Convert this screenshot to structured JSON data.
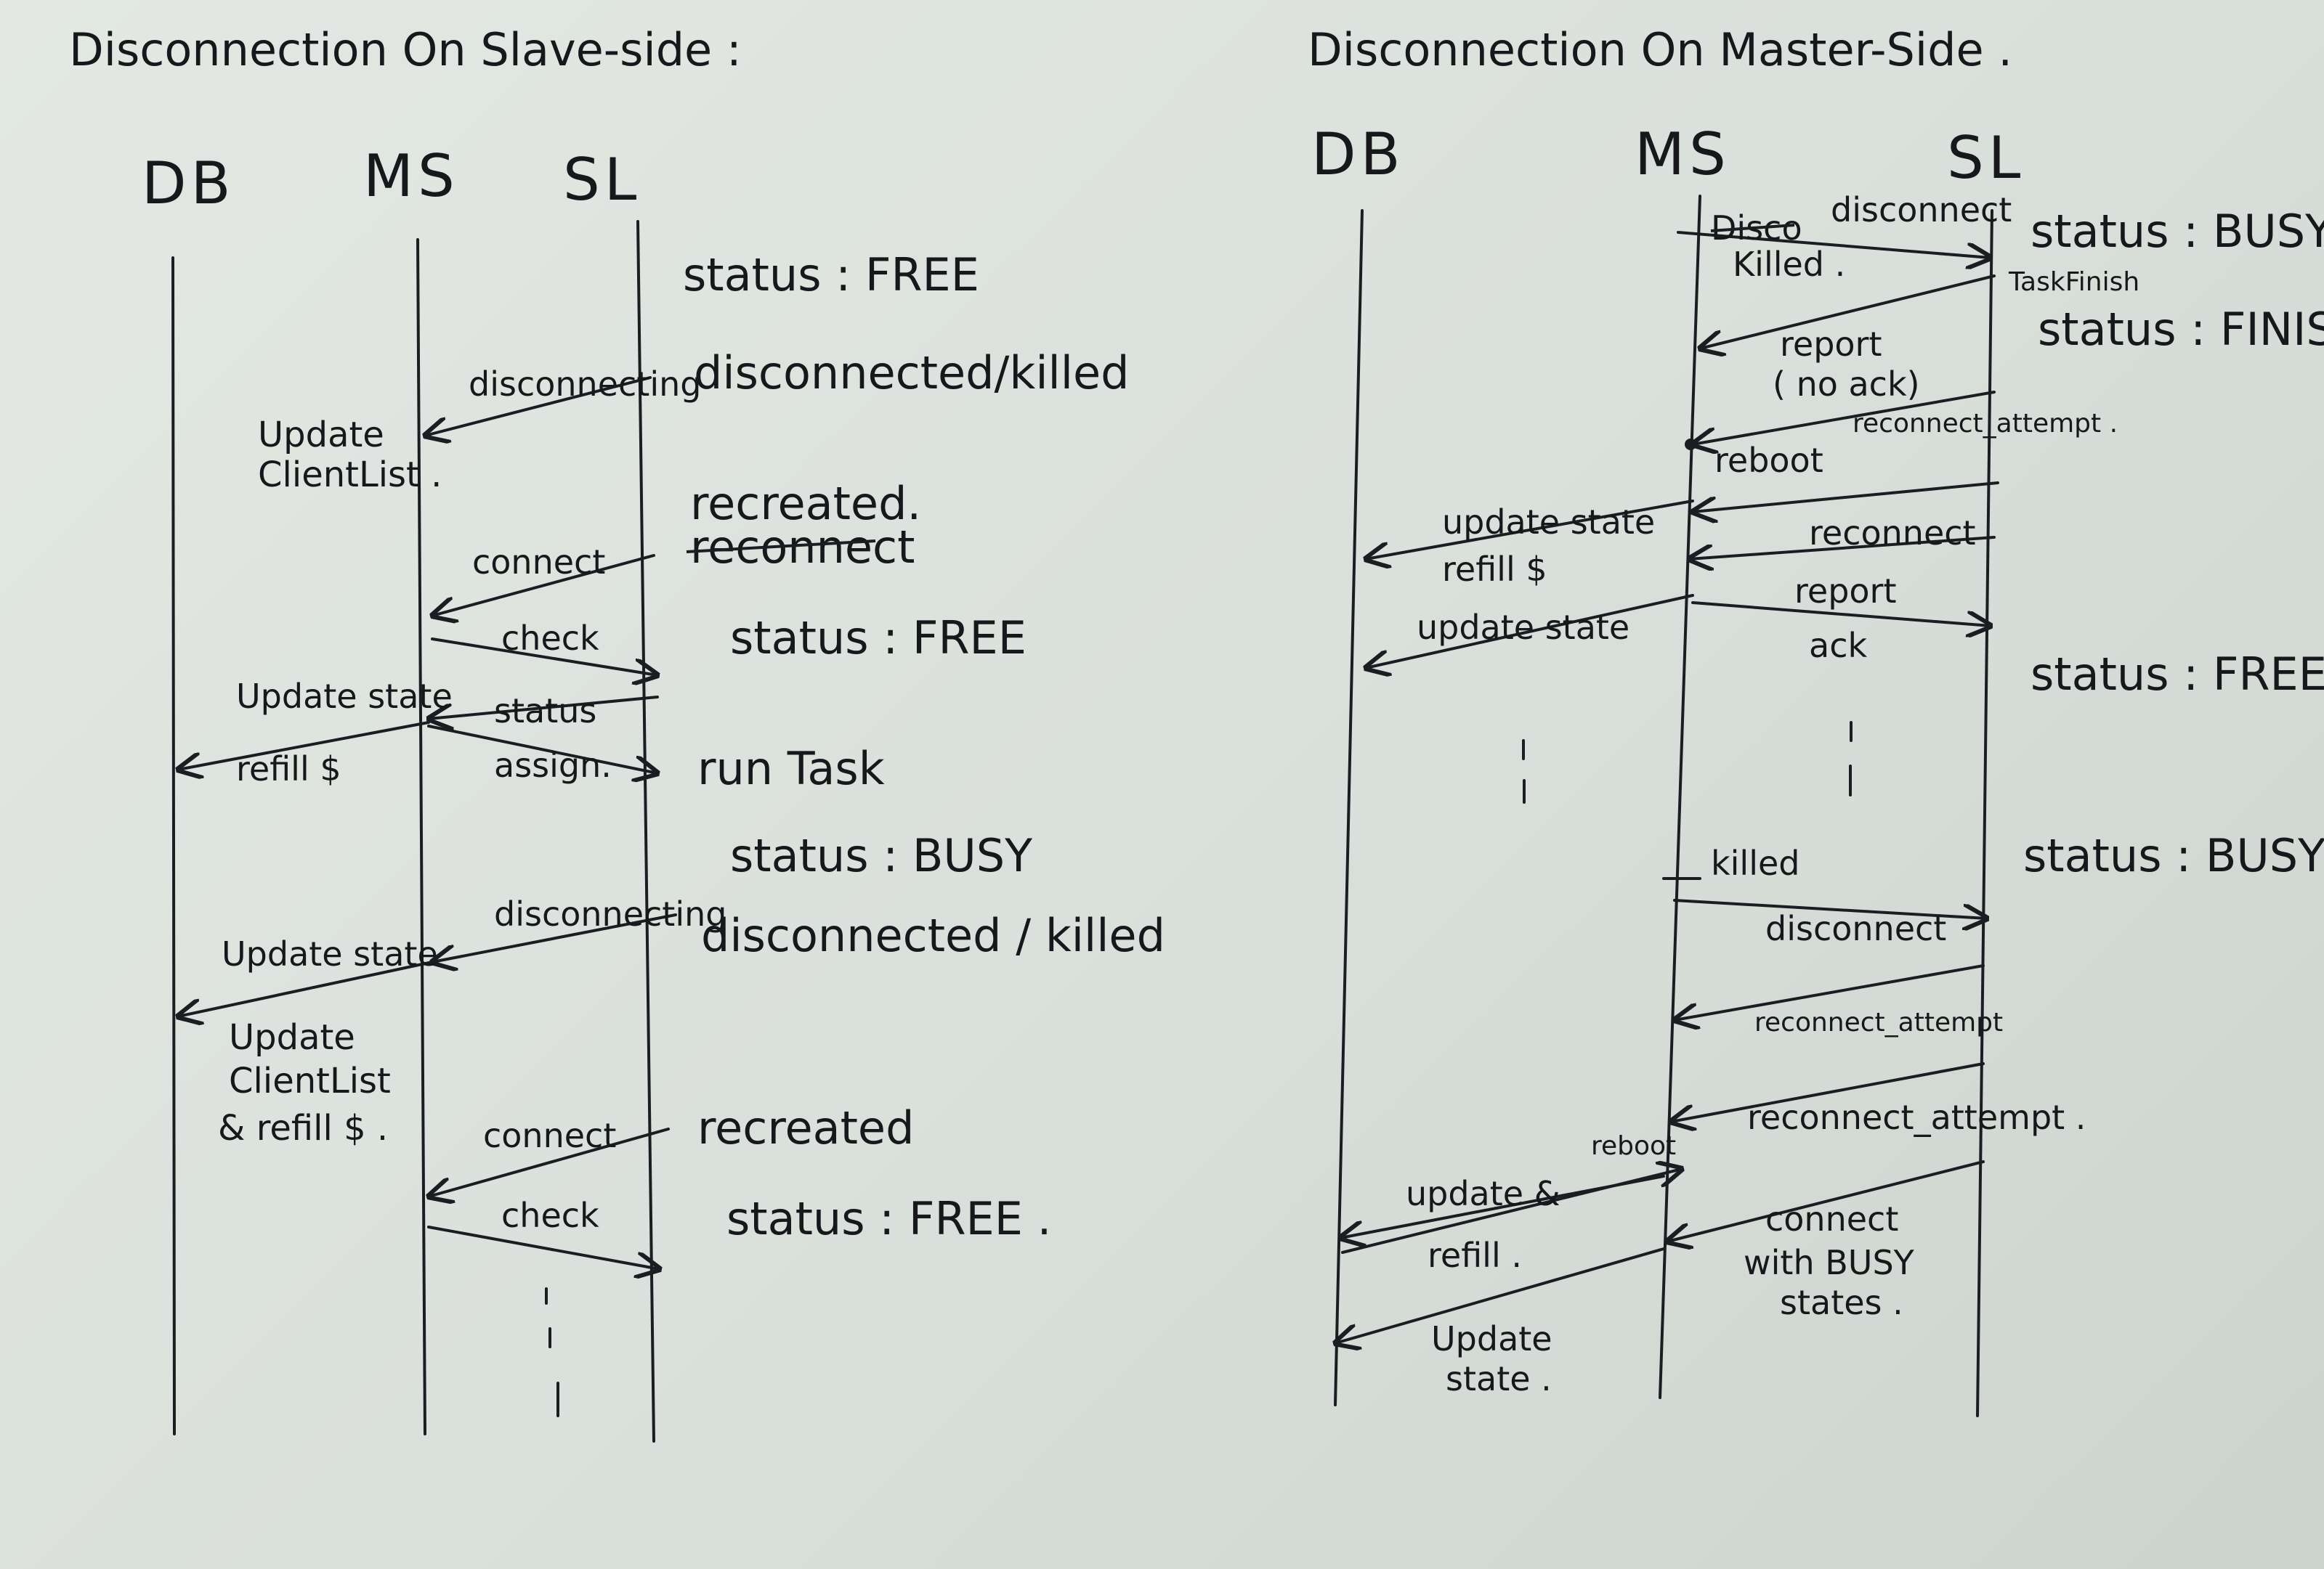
{
  "left": {
    "title": "Disconnection On Slave-side :",
    "lanes": {
      "db": "DB",
      "ms": "MS",
      "sl": "SL"
    },
    "states": [
      "status : FREE",
      "disconnected/killed",
      "recreated.",
      "reconnect",
      "status : FREE",
      "run Task",
      "status : BUSY",
      "disconnected / killed",
      "recreated",
      "status : FREE ."
    ],
    "messages": {
      "disconnecting_1": "disconnecting",
      "connect_1": "connect",
      "check_1": "check",
      "status": "status",
      "assign": "assign.",
      "update_state_1": "Update state",
      "refill_1": "refill $",
      "disconnecting_2": "disconnecting",
      "update_state_2": "Update state",
      "connect_2": "connect",
      "check_2": "check"
    },
    "notes": {
      "update_clientlist_1": "Update",
      "update_clientlist_2": "ClientList .",
      "note2_line1": "Update",
      "note2_line2": "ClientList",
      "note2_line3": "& refill $ ."
    }
  },
  "right": {
    "title": "Disconnection On Master-Side .",
    "lanes": {
      "db": "DB",
      "ms": "MS",
      "sl": "SL"
    },
    "states": [
      "status : BUSY",
      "status : FINISHED",
      "status : FREE.",
      "status : BUSY"
    ],
    "messages": {
      "disconnect_1": "disconnect",
      "disco_struck": "Disco",
      "killed_1": "Killed .",
      "task_finish": "TaskFinish",
      "report_no_ack_1": "report",
      "report_no_ack_2": "( no ack)",
      "reconnect_attempt_1": "reconnect_attempt .",
      "reboot_1": "reboot",
      "update_state_1": "update state",
      "reconnect": "reconnect",
      "refill": "refill $",
      "update_state_2": "update state",
      "report": "report",
      "ack": "ack",
      "killed_2": "killed",
      "disconnect_2": "disconnect",
      "reconnect_attempt_2": "reconnect_attempt",
      "reconnect_attempt_3": "reconnect_attempt .",
      "reboot_2": "reboot",
      "update_and": "update &",
      "refill_2": "refill .",
      "connect_busy_1": "connect",
      "connect_busy_2": "with BUSY",
      "connect_busy_3": "states .",
      "update_state_3a": "Update",
      "update_state_3b": "state ."
    }
  }
}
